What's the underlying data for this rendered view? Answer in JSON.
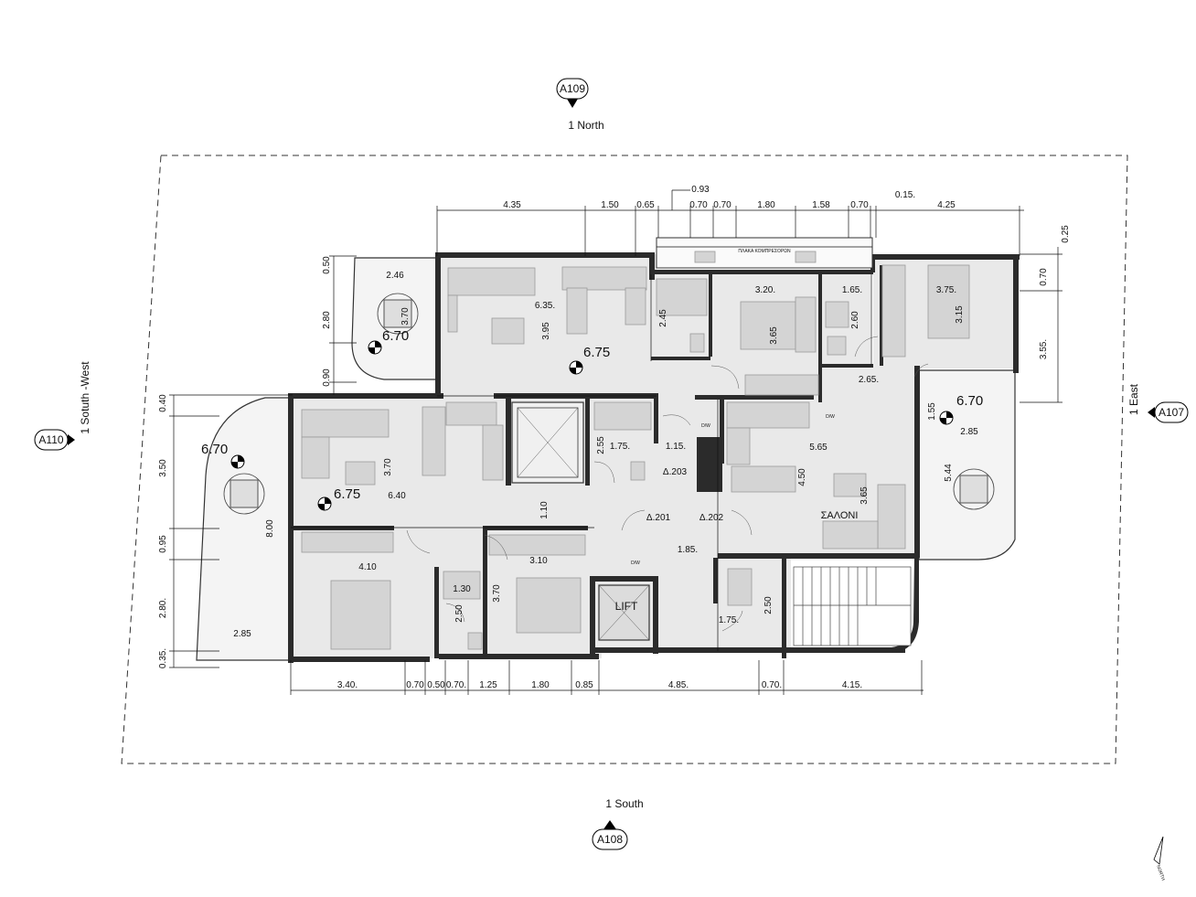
{
  "section_marks": {
    "north": {
      "tag": "A109",
      "label": "1 North"
    },
    "south": {
      "tag": "A108",
      "label": "1 South"
    },
    "east": {
      "tag": "A107",
      "label": "1 East"
    },
    "west": {
      "tag": "A110",
      "label": "1 Sotuth -West"
    }
  },
  "levels": {
    "balcony_nw": "6.70",
    "balcony_w": "6.70",
    "balcony_e": "6.70",
    "interior_n": "6.75",
    "interior_w": "6.75"
  },
  "room_labels": {
    "lift": "LIFT",
    "living": "ΣΑΛΟΝΙ",
    "compressor_slab": "ΠΛΑΚΑ ΚΟΜΠΡΕΣΟΡΩΝ",
    "apt_201": "Δ.201",
    "apt_202": "Δ.202",
    "apt_203": "Δ.203",
    "dw1": "D/W",
    "dw2": "D/W",
    "dw3": "D/W",
    "north_arrow": "NORTH"
  },
  "top_dims": [
    "4.35",
    "1.50",
    "0.65",
    "0.93",
    "0.70",
    "0.70",
    "1.80",
    "1.58",
    "0.70",
    "0.15.",
    "4.25",
    "0.25"
  ],
  "bottom_dims": [
    "3.40.",
    "0.70",
    "0.50",
    "0.70.",
    "1.25",
    "1.80",
    "0.85",
    "4.85.",
    "0.70.",
    "4.15."
  ],
  "left_dims": [
    "0.50",
    "2.80",
    "0.90",
    "0.40",
    "3.50",
    "0.95",
    "2.80.",
    "0.35."
  ],
  "right_dims": [
    "0.70",
    "3.55."
  ],
  "inner_dims": {
    "d_246": "2.46",
    "d_370a": "3.70",
    "d_635": "6.35.",
    "d_395": "3.95",
    "d_245": "2.45",
    "d_320": "3.20.",
    "d_365a": "3.65",
    "d_165": "1.65.",
    "d_260": "2.60",
    "d_375": "3.75.",
    "d_315": "3.15",
    "d_265": "2.65.",
    "d_155": "1.55",
    "d_285a": "2.85",
    "d_544": "5.44",
    "d_565": "5.65",
    "d_450": "4.50",
    "d_365b": "3.65",
    "d_115": "1.15.",
    "d_175a": "1.75.",
    "d_255": "2.55",
    "d_370b": "3.70",
    "d_640": "6.40",
    "d_800": "8.00",
    "d_110": "1.10",
    "d_410": "4.10",
    "d_130": "1.30",
    "d_250a": "2.50",
    "d_370c": "3.70",
    "d_310": "3.10",
    "d_185": "1.85.",
    "d_250b": "2.50",
    "d_175b": "1.75.",
    "d_285b": "2.85"
  }
}
